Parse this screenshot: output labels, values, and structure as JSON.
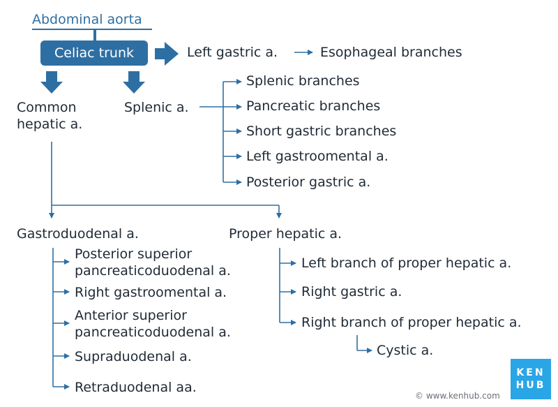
{
  "title": "Abdominal aorta",
  "root": "Celiac trunk",
  "left_gastric": "Left gastric a.",
  "esophageal": "Esophageal branches",
  "common_hepatic": [
    "Common",
    "hepatic a."
  ],
  "splenic": "Splenic a.",
  "splenic_branches": [
    "Splenic branches",
    "Pancreatic branches",
    "Short gastric branches",
    "Left gastroomental a.",
    "Posterior gastric a."
  ],
  "gastroduodenal": "Gastroduodenal a.",
  "proper_hepatic": "Proper hepatic a.",
  "gastroduodenal_branches": [
    [
      "Posterior superior",
      "pancreaticoduodenal a."
    ],
    [
      "Right  gastroomental a."
    ],
    [
      "Anterior superior",
      "pancreaticoduodenal a."
    ],
    [
      "Supraduodenal a."
    ],
    [
      "Retraduodenal aa."
    ]
  ],
  "proper_hepatic_branches": [
    "Left branch of proper hepatic a.",
    "Right gastric a.",
    "Right branch of proper hepatic a."
  ],
  "cystic": "Cystic a.",
  "footer": {
    "copyright": "© www.kenhub.com",
    "logo_top": "KEN",
    "logo_bottom": "HUB"
  },
  "colors": {
    "accent": "#2e6fa3",
    "text": "#1f2a35",
    "logo": "#2aa5e6"
  }
}
